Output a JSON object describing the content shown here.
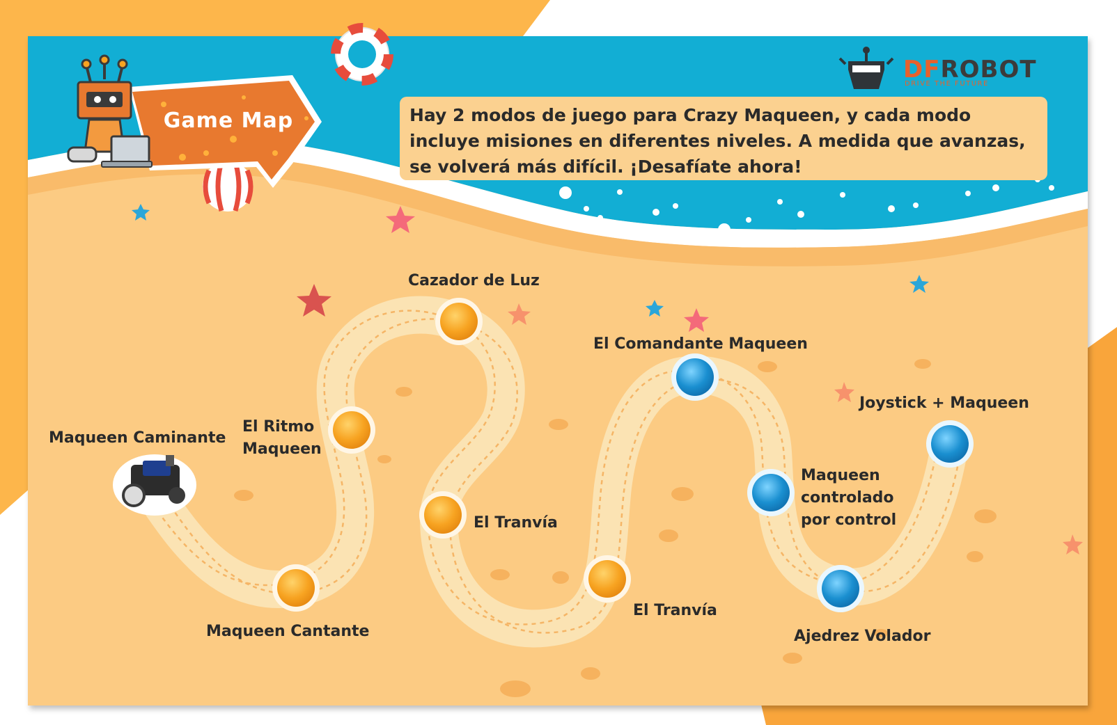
{
  "brand": {
    "name_part1": "DF",
    "name_part2": "ROBOT",
    "tagline": "DRIVE THE FUTURE",
    "accent": "#e8612c"
  },
  "banner": {
    "title": "Game Map"
  },
  "intro": "Hay 2 modos de juego para Crazy Maqueen, y cada modo incluye misiones en diferentes niveles. A medida que avanzas, se volverá más difícil. ¡Desafíate ahora!",
  "colors": {
    "sand": "#fccb83",
    "sea": "#12aed4",
    "path": "#fbe3b3",
    "orange_node": "#f7a321",
    "blue_node": "#1a8fd0"
  },
  "levels": [
    {
      "label": "Maqueen Caminante",
      "mode": "start",
      "icon": "maqueen-robot-car"
    },
    {
      "label": "Maqueen Cantante",
      "mode": 1
    },
    {
      "label": "El Ritmo Maqueen",
      "mode": 1
    },
    {
      "label": "Cazador de Luz",
      "mode": 1
    },
    {
      "label": "El Tranvía",
      "mode": 1
    },
    {
      "label": "El Tranvía",
      "mode": 1
    },
    {
      "label": "El Comandante Maqueen",
      "mode": 2
    },
    {
      "label": "Maqueen controlado por control",
      "mode": 2
    },
    {
      "label": "Ajedrez Volador",
      "mode": 2
    },
    {
      "label": "Joystick + Maqueen",
      "mode": 2
    }
  ]
}
